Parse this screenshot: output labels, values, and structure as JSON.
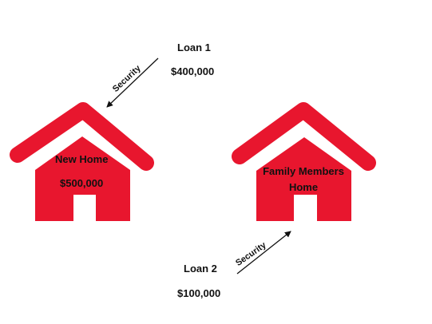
{
  "colors": {
    "house": "#e8162e",
    "arrow": "#111111",
    "text": "#111111"
  },
  "loan1": {
    "label": "Loan 1",
    "amount": "$400,000",
    "link_label": "Security"
  },
  "loan2": {
    "label": "Loan 2",
    "amount": "$100,000",
    "link_label": "Security"
  },
  "new_home": {
    "name": "New Home",
    "value": "$500,000",
    "icon": "house-icon"
  },
  "family_home": {
    "name_line1": "Family Members",
    "name_line2": "Home",
    "icon": "house-icon"
  }
}
